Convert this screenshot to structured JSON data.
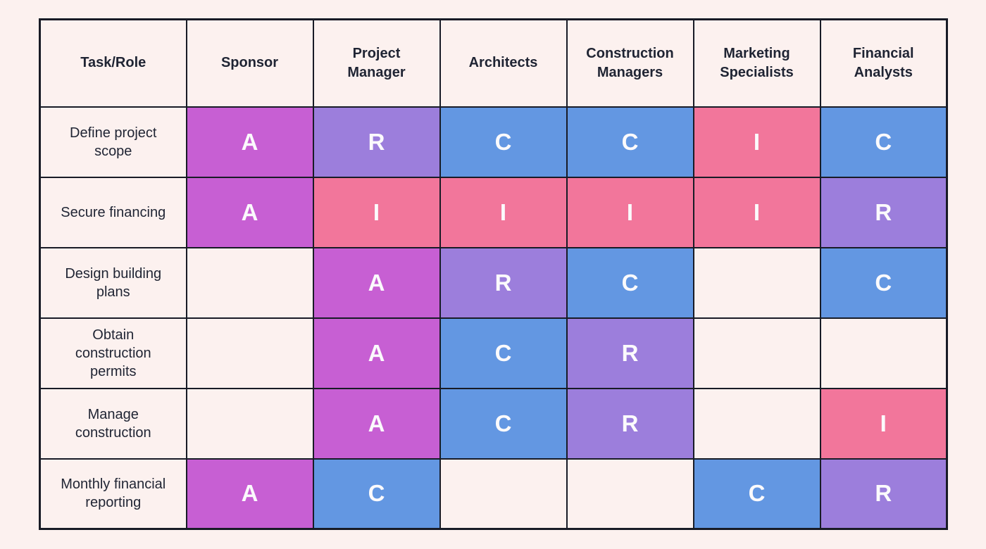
{
  "page": {
    "background": "#FCF1EF",
    "border_color": "#181B26",
    "text_color": "#1F2433",
    "letter_color": "#FBFAFC"
  },
  "matrix": {
    "legend_colors": {
      "A": "#C75FD3",
      "R": "#9C7EDC",
      "C": "#6397E2",
      "I": "#F2769B"
    },
    "header": [
      "Task/Role",
      "Sponsor",
      "Project Manager",
      "Architects",
      "Construction Managers",
      "Marketing Specialists",
      "Financial Analysts"
    ],
    "rows": [
      {
        "task": "Define project scope",
        "cells": [
          "A",
          "R",
          "C",
          "C",
          "I",
          "C"
        ]
      },
      {
        "task": "Secure financing",
        "cells": [
          "A",
          "I",
          "I",
          "I",
          "I",
          "R"
        ]
      },
      {
        "task": "Design building plans",
        "cells": [
          "",
          "A",
          "R",
          "C",
          "",
          "C"
        ]
      },
      {
        "task": "Obtain construction permits",
        "cells": [
          "",
          "A",
          "C",
          "R",
          "",
          ""
        ]
      },
      {
        "task": "Manage construction",
        "cells": [
          "",
          "A",
          "C",
          "R",
          "",
          "I"
        ]
      },
      {
        "task": "Monthly financial reporting",
        "cells": [
          "A",
          "C",
          "",
          "",
          "C",
          "R"
        ]
      }
    ]
  }
}
